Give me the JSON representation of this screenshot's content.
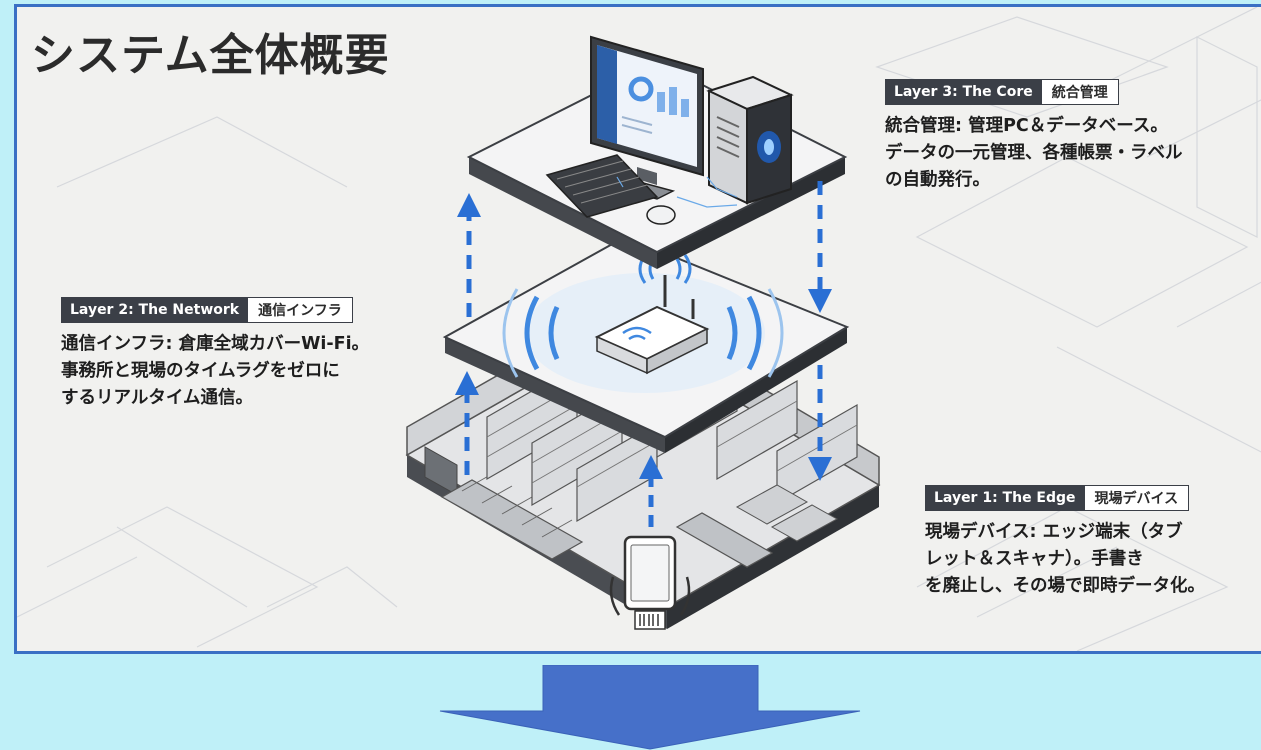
{
  "title": "システム全体概要",
  "layers": [
    {
      "id": "core",
      "tag_en": "Layer 3: The Core",
      "tag_jp": "統合管理",
      "lines": [
        "統合管理: 管理PC＆データベース。",
        "データの一元管理、各種帳票・ラベル",
        "の自動発行。"
      ]
    },
    {
      "id": "network",
      "tag_en": "Layer 2: The Network",
      "tag_jp": "通信インフラ",
      "lines": [
        "通信インフラ: 倉庫全域カバーWi-Fi。",
        "事務所と現場のタイムラグをゼロに",
        "するリアルタイム通信。"
      ]
    },
    {
      "id": "edge",
      "tag_en": "Layer 1: The Edge",
      "tag_jp": "現場デバイス",
      "lines": [
        "現場デバイス: エッジ端末（タブ",
        "レット＆スキャナ）。手書き",
        "を廃止し、その場で即時データ化。"
      ]
    }
  ],
  "colors": {
    "frame": "#3a6fc4",
    "page": "#bff0f8",
    "panel": "#f1f1ef",
    "flow_arrow": "#2a6fd4",
    "big_arrow": "#4670c9"
  },
  "icons": [
    "desktop-pc-icon",
    "server-tower-icon",
    "keyboard-icon",
    "mouse-icon",
    "wifi-router-icon",
    "warehouse-icon",
    "tablet-scanner-icon",
    "down-arrow-icon"
  ]
}
